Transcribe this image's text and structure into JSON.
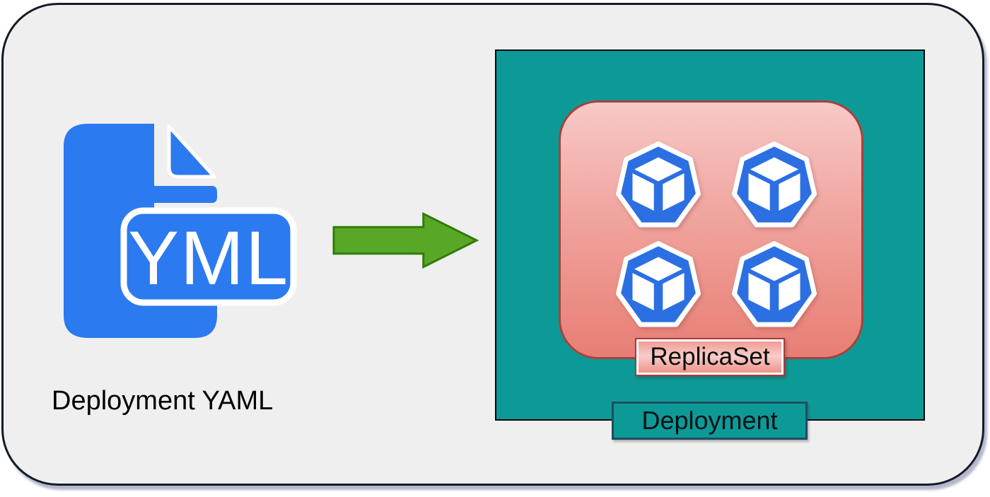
{
  "diagram": {
    "yaml_file": {
      "badge": "YML",
      "label": "Deployment YAML"
    },
    "arrow": {
      "icon": "arrow-right",
      "color": "#58a727"
    },
    "deployment": {
      "label": "Deployment",
      "color": "#0d9a96"
    },
    "replicaset": {
      "label": "ReplicaSet",
      "pod_count": 4,
      "pod_icon": "kubernetes-pod"
    },
    "colors": {
      "frame_background": "#efefef",
      "file_blue": "#2b7af0",
      "pod_blue": "#2b6fe2",
      "arrow_green": "#58a727",
      "deployment_teal": "#0d9a96",
      "replicaset_pink_top": "#f8c9c7",
      "replicaset_pink_bottom": "#e87e74",
      "replicaset_border": "#a34340",
      "deployment_label_border": "#204d62"
    }
  }
}
